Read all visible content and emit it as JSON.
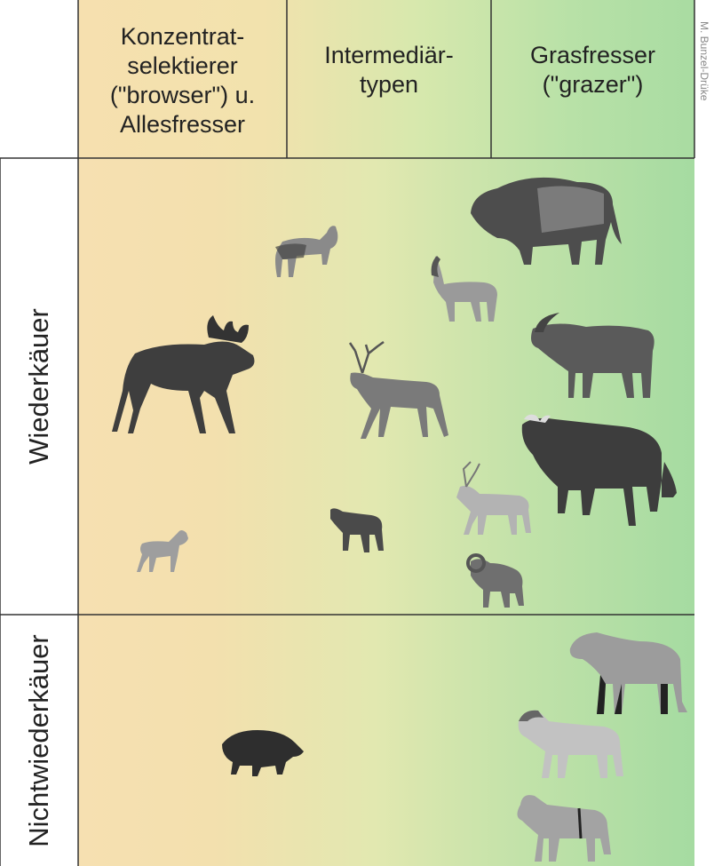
{
  "columns": [
    {
      "label": "Konzentrat-\nselektierer\n(\"browser\") u.\nAllesfresser",
      "color": "#f5e1ae"
    },
    {
      "label": "Intermediär-\ntypen",
      "color": "#dbe9ad"
    },
    {
      "label": "Grasfresser\n(\"grazer\")",
      "color": "#b4e1a7"
    }
  ],
  "rows": [
    {
      "label": "Wiederkäuer"
    },
    {
      "label": "Nichtwiederkäuer"
    }
  ],
  "credit": "M. Bunzel-Drüke",
  "gradient": {
    "start": "#f6e0b0",
    "mid": "#e3e9b0",
    "end": "#a6dca0"
  },
  "animals": {
    "wiederkaeuer": [
      "bison-icon",
      "goat-icon",
      "ibex-icon",
      "moose-icon",
      "red-deer-icon",
      "water-buffalo-icon",
      "aurochs-icon",
      "fallow-deer-icon",
      "roe-deer-icon",
      "chamois-icon",
      "mouflon-icon"
    ],
    "nichtwiederkaeuer": [
      "przewalski-horse-icon",
      "wild-boar-icon",
      "wild-ass-icon",
      "donkey-icon"
    ]
  }
}
